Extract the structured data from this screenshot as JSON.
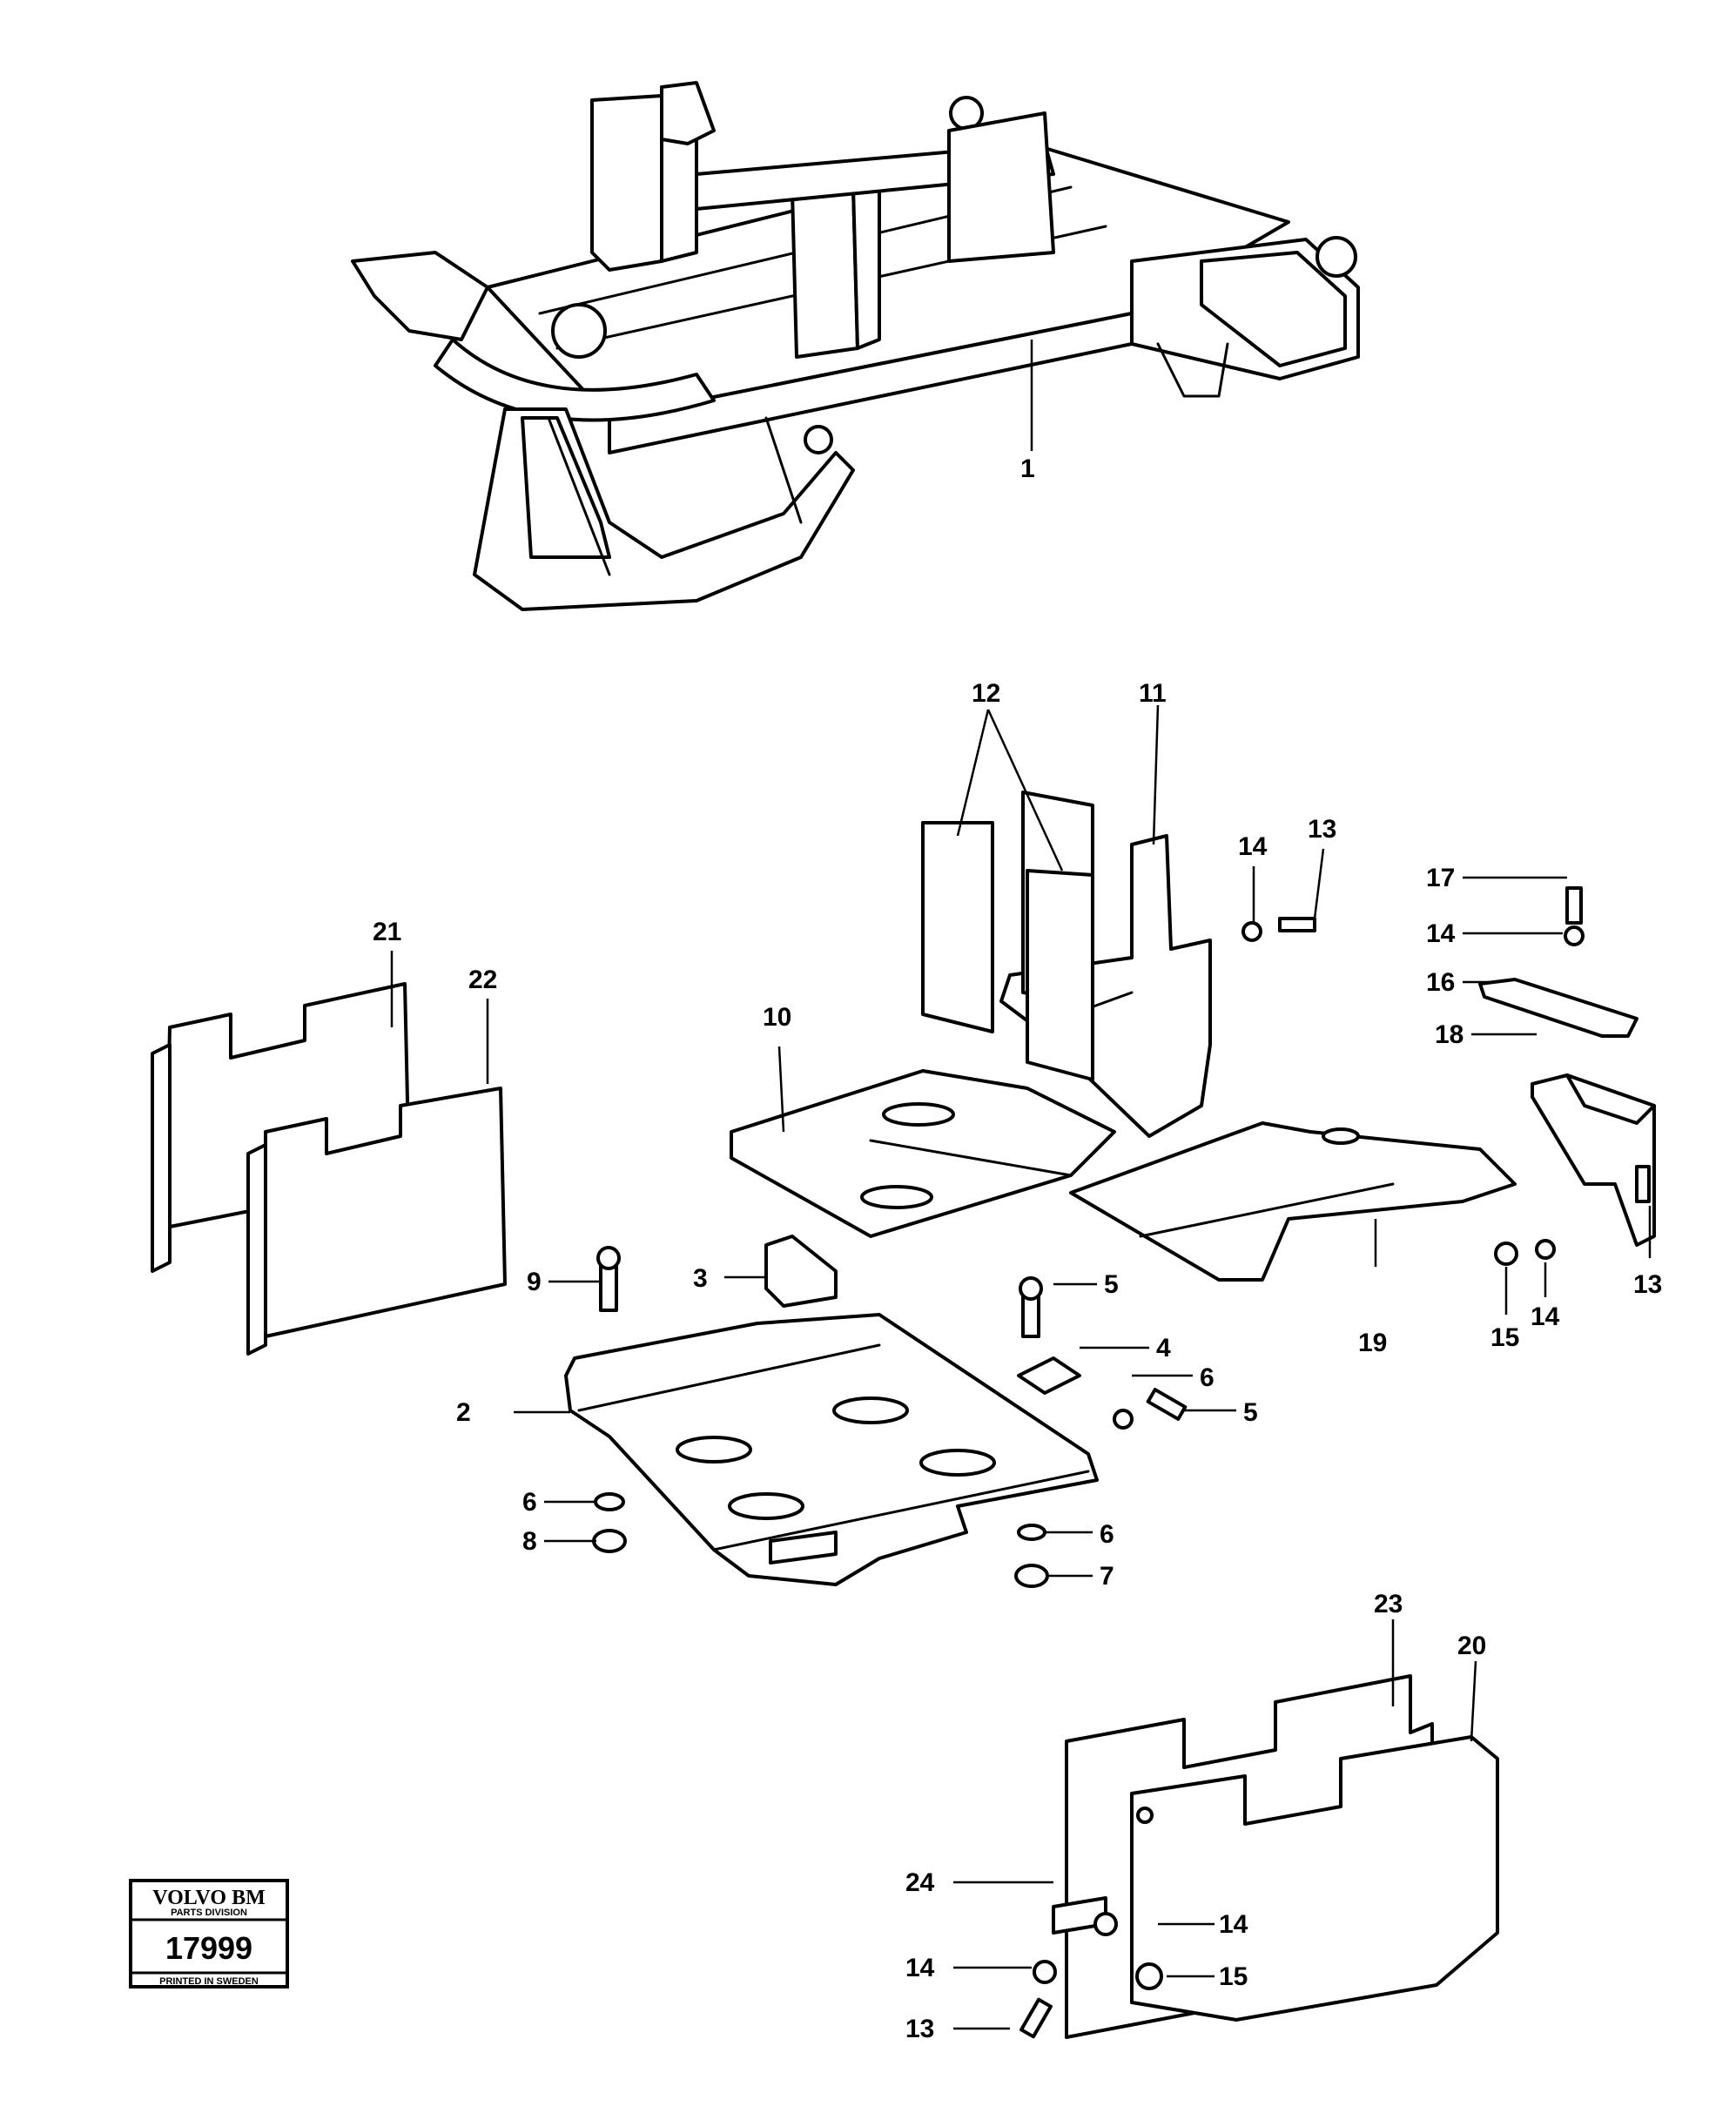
{
  "callouts": {
    "c1": "1",
    "c2": "2",
    "c3": "3",
    "c4": "4",
    "c5a": "5",
    "c5b": "5",
    "c6a": "6",
    "c6b": "6",
    "c6c": "6",
    "c7": "7",
    "c8": "8",
    "c9": "9",
    "c10": "10",
    "c11": "11",
    "c12": "12",
    "c13a": "13",
    "c13b": "13",
    "c13c": "13",
    "c14a": "14",
    "c14b": "14",
    "c14c": "14",
    "c14d": "14",
    "c14e": "14",
    "c15a": "15",
    "c15b": "15",
    "c16": "16",
    "c17": "17",
    "c18": "18",
    "c19": "19",
    "c20": "20",
    "c21": "21",
    "c22": "22",
    "c23": "23",
    "c24": "24"
  },
  "stamp": {
    "brand": "VOLVO BM",
    "division": "PARTS DIVISION",
    "number": "17999",
    "printed": "PRINTED IN SWEDEN"
  }
}
